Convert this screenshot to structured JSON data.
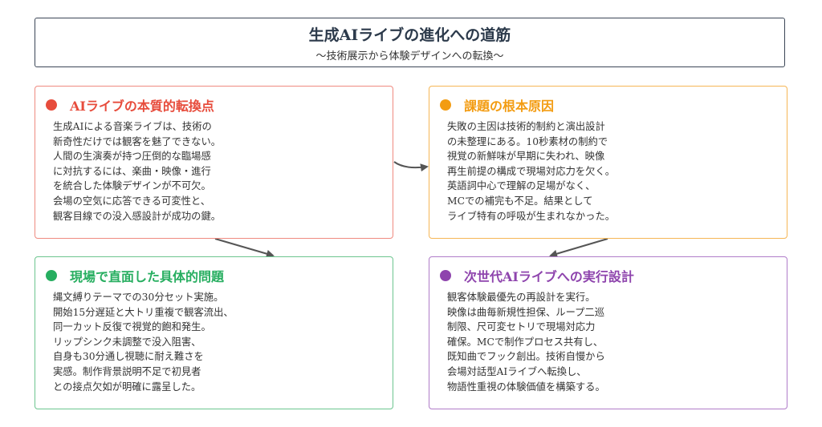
{
  "header": {
    "title": "生成AIライブの進化への道筋",
    "subtitle": "〜技術展示から体験デザインへの転換〜"
  },
  "cards": [
    {
      "title": "AIライブの本質的転換点",
      "color": "#e74c3c",
      "body": "生成AIによる音楽ライブは、技術の\n新奇性だけでは観客を魅了できない。\n人間の生演奏が持つ圧倒的な臨場感\nに対抗するには、楽曲・映像・進行\nを統合した体験デザインが不可欠。\n会場の空気に応答できる可変性と、\n観客目線での没入感設計が成功の鍵。"
    },
    {
      "title": "課題の根本原因",
      "color": "#f39c12",
      "body": "失敗の主因は技術的制約と演出設計\nの未整理にある。10秒素材の制約で\n視覚の新鮮味が早期に失われ、映像\n再生前提の構成で現場対応力を欠く。\n英語詞中心で理解の足場がなく、\nMCでの補完も不足。結果として\nライブ特有の呼吸が生まれなかった。"
    },
    {
      "title": "現場で直面した具体的問題",
      "color": "#27ae60",
      "body": "縄文縛りテーマでの30分セット実施。\n開始15分遅延と大トリ重複で観客流出、\n同一カット反復で視覚的飽和発生。\nリップシンク未調整で没入阻害、\n自身も30分通し視聴に耐え難さを\n実感。制作背景説明不足で初見者\nとの接点欠如が明確に露呈した。"
    },
    {
      "title": "次世代AIライブへの実行設計",
      "color": "#8e44ad",
      "body": "観客体験最優先の再設計を実行。\n映像は曲毎新規性担保、ループ二巡\n制限、尺可変セトリで現場対応力\n確保。MCで制作プロセス共有し、\n既知曲でフック創出。技術自慢から\n会場対話型AIライブへ転換し、\n物語性重視の体験価値を構築する。"
    }
  ]
}
